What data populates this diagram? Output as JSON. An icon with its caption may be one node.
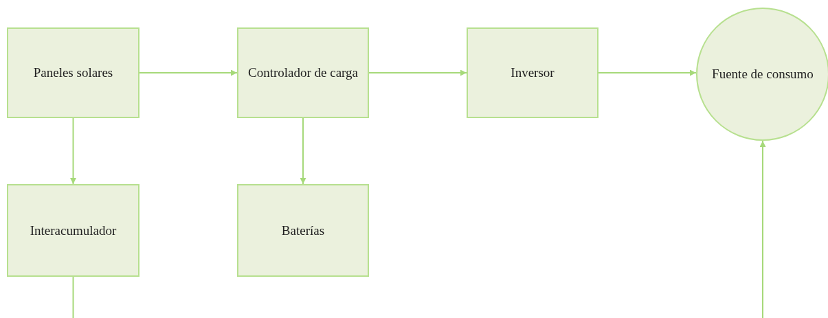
{
  "diagram": {
    "nodes": [
      {
        "text": [
          "Paneles solares"
        ]
      },
      {
        "text": [
          "Controlador de carga"
        ]
      },
      {
        "text": [
          "Inversor"
        ]
      },
      {
        "text": [
          "Fuente de consumo"
        ]
      },
      {
        "text": [
          "Interacumulador"
        ]
      },
      {
        "text": [
          "Baterías"
        ]
      }
    ],
    "edges": [
      {
        "from": 0,
        "to": 1,
        "arrow": "to"
      },
      {
        "from": 1,
        "to": 2,
        "arrow": "to"
      },
      {
        "from": 2,
        "to": 3,
        "arrow": "to"
      },
      {
        "from": 0,
        "to": 4,
        "arrow": "to"
      },
      {
        "from": 1,
        "to": 5,
        "arrow": "to"
      },
      {
        "from": 4,
        "to": null,
        "arrow": "none"
      },
      {
        "from": null,
        "to": 3,
        "arrow": "to"
      }
    ]
  }
}
